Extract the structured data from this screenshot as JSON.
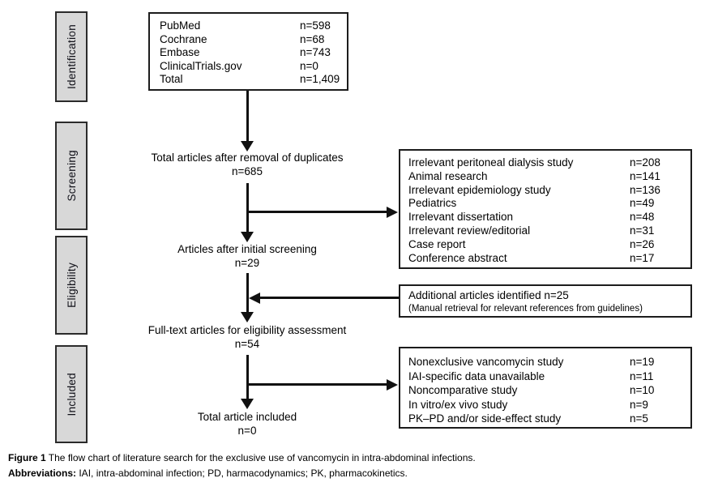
{
  "stages": [
    {
      "label": "Identification"
    },
    {
      "label": "Screening"
    },
    {
      "label": "Eligibility"
    },
    {
      "label": "Included"
    }
  ],
  "databases_box": {
    "rows": [
      {
        "label": "PubMed",
        "value": "n=598"
      },
      {
        "label": "Cochrane",
        "value": "n=68"
      },
      {
        "label": "Embase",
        "value": "n=743"
      },
      {
        "label": "ClinicalTrials.gov",
        "value": "n=0"
      },
      {
        "label": "Total",
        "value": "n=1,409"
      }
    ]
  },
  "flow": {
    "node1": {
      "line1": "Total articles after removal of duplicates",
      "line2": "n=685"
    },
    "node2": {
      "line1": "Articles after initial screening",
      "line2": "n=29"
    },
    "node3": {
      "line1": "Full-text articles for eligibility assessment",
      "line2": "n=54"
    },
    "node4": {
      "line1": "Total article included",
      "line2": "n=0"
    }
  },
  "screening_exclusions_box": {
    "rows": [
      {
        "label": "Irrelevant peritoneal dialysis study",
        "value": "n=208"
      },
      {
        "label": "Animal research",
        "value": "n=141"
      },
      {
        "label": "Irrelevant epidemiology study",
        "value": "n=136"
      },
      {
        "label": "Pediatrics",
        "value": "n=49"
      },
      {
        "label": "Irrelevant dissertation",
        "value": "n=48"
      },
      {
        "label": "Irrelevant review/editorial",
        "value": "n=31"
      },
      {
        "label": "Case report",
        "value": "n=26"
      },
      {
        "label": "Conference abstract",
        "value": "n=17"
      }
    ]
  },
  "additional_box": {
    "line1": "Additional articles identified n=25",
    "line2": "(Manual retrieval for relevant references from guidelines)"
  },
  "eligibility_exclusions_box": {
    "rows": [
      {
        "label": "Nonexclusive vancomycin study",
        "value": "n=19"
      },
      {
        "label": "IAI-specific data unavailable",
        "value": "n=11"
      },
      {
        "label": "Noncomparative study",
        "value": "n=10"
      },
      {
        "label": "In vitro/ex vivo study",
        "value": "n=9"
      },
      {
        "label": "PK–PD and/or side-effect study",
        "value": "n=5"
      }
    ]
  },
  "caption": {
    "figure_label": "Figure 1",
    "figure_text": " The flow chart of literature search for the exclusive use of vancomycin in intra-abdominal infections.",
    "abbrev_label": "Abbreviations:",
    "abbrev_text": " IAI, intra-abdominal infection; PD, harmacodynamics; PK, pharmacokinetics."
  },
  "colors": {
    "stage_fill": "#d8d8d8",
    "border": "#1c1c1c",
    "text": "#000000"
  }
}
